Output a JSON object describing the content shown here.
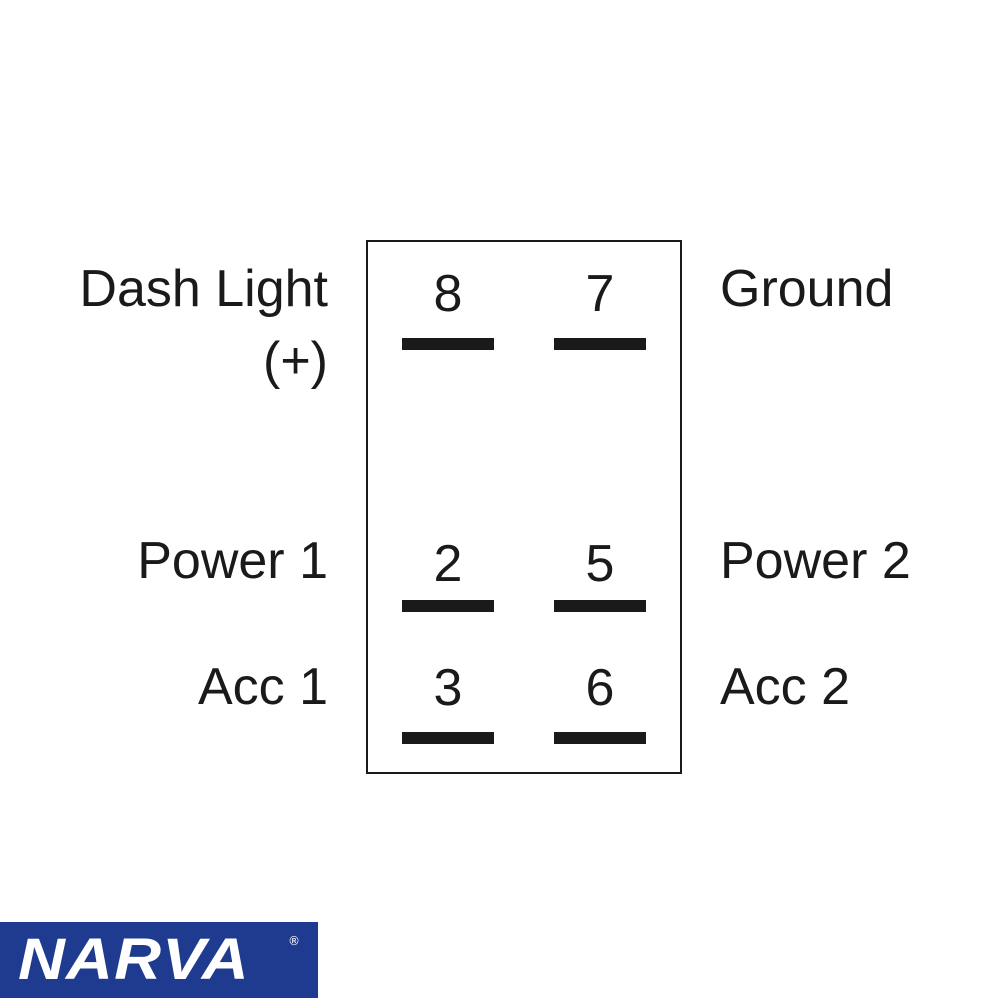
{
  "pins": {
    "p8": "8",
    "p7": "7",
    "p2": "2",
    "p5": "5",
    "p3": "3",
    "p6": "6"
  },
  "labels": {
    "dash_light_line1": "Dash Light",
    "dash_light_line2": "(+)",
    "ground": "Ground",
    "power_1": "Power 1",
    "power_2": "Power 2",
    "acc_1": "Acc 1",
    "acc_2": "Acc 2"
  },
  "logo": {
    "text": "NARVA",
    "registered": "®",
    "color": "#1e3b8f"
  }
}
